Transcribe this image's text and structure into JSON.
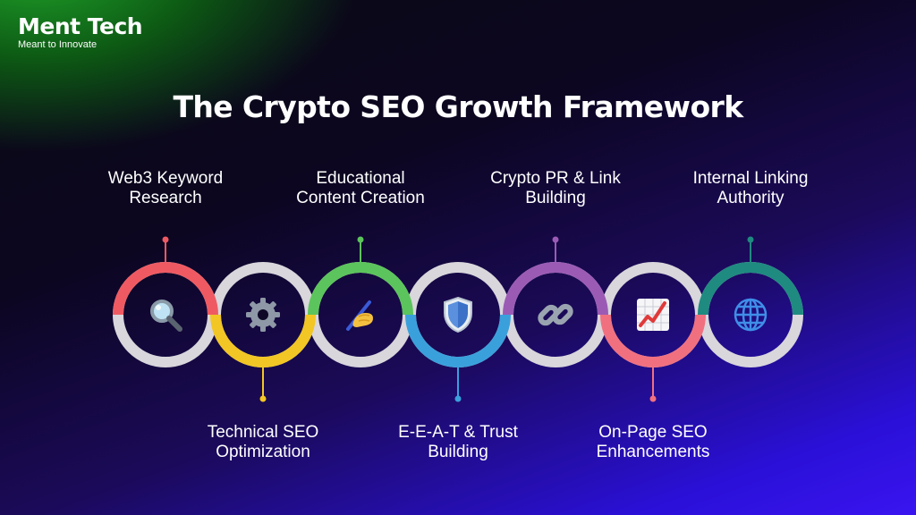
{
  "logo": {
    "title": "Ment Tech",
    "tagline": "Meant to Innovate"
  },
  "title": "The Crypto SEO Growth Framework",
  "colors": {
    "ring_base": "#d9d6dc",
    "step1": "#ef5a62",
    "step2": "#f2c624",
    "step3": "#5cc45c",
    "step4": "#3aa0dc",
    "step5": "#9b5bb5",
    "step6": "#f07080",
    "step7": "#1f8a80"
  },
  "steps": [
    {
      "line1": "Web3 Keyword",
      "line2": "Research",
      "icon": "magnifier-icon"
    },
    {
      "line1": "Technical SEO",
      "line2": "Optimization",
      "icon": "gear-icon"
    },
    {
      "line1": "Educational",
      "line2": "Content Creation",
      "icon": "writing-hand-icon"
    },
    {
      "line1": "E-E-A-T & Trust",
      "line2": "Building",
      "icon": "shield-icon"
    },
    {
      "line1": "Crypto PR & Link",
      "line2": "Building",
      "icon": "link-icon"
    },
    {
      "line1": "On-Page SEO",
      "line2": "Enhancements",
      "icon": "chart-icon"
    },
    {
      "line1": "Internal Linking",
      "line2": "Authority",
      "icon": "globe-icon"
    }
  ]
}
